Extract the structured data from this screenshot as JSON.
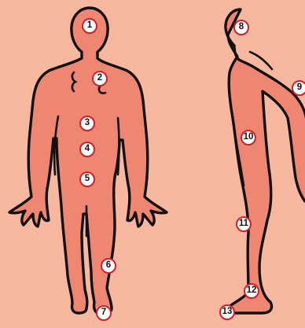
{
  "figure": {
    "background": "#f8b8a0",
    "body_fill": "#ef8672",
    "outline_color": "#111111",
    "marker_ring_color": "#d11f2a",
    "markers": [
      {
        "label": "1"
      },
      {
        "label": "2"
      },
      {
        "label": "3"
      },
      {
        "label": "4"
      },
      {
        "label": "5"
      },
      {
        "label": "6"
      },
      {
        "label": "7"
      },
      {
        "label": "8"
      },
      {
        "label": "9"
      },
      {
        "label": "10"
      },
      {
        "label": "11"
      },
      {
        "label": "12"
      },
      {
        "label": "13"
      }
    ]
  }
}
